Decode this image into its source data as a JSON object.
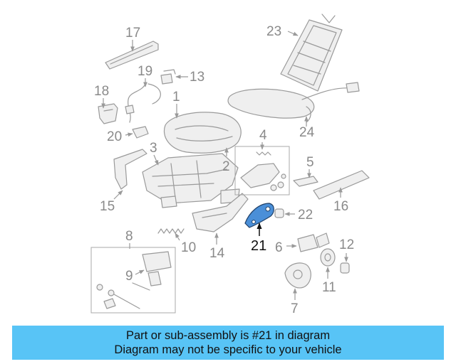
{
  "diagram": {
    "highlight_color": "#4a8fd8",
    "highlighted_part": "21",
    "callouts": [
      "1",
      "2",
      "3",
      "4",
      "5",
      "6",
      "7",
      "8",
      "9",
      "10",
      "11",
      "12",
      "13",
      "14",
      "15",
      "16",
      "17",
      "18",
      "19",
      "20",
      "21",
      "22",
      "23",
      "24"
    ]
  },
  "banner": {
    "line1": "Part or sub-assembly is #21 in diagram",
    "line2": "Diagram may not be specific to your vehicle",
    "bg_color": "#58c4f6"
  }
}
